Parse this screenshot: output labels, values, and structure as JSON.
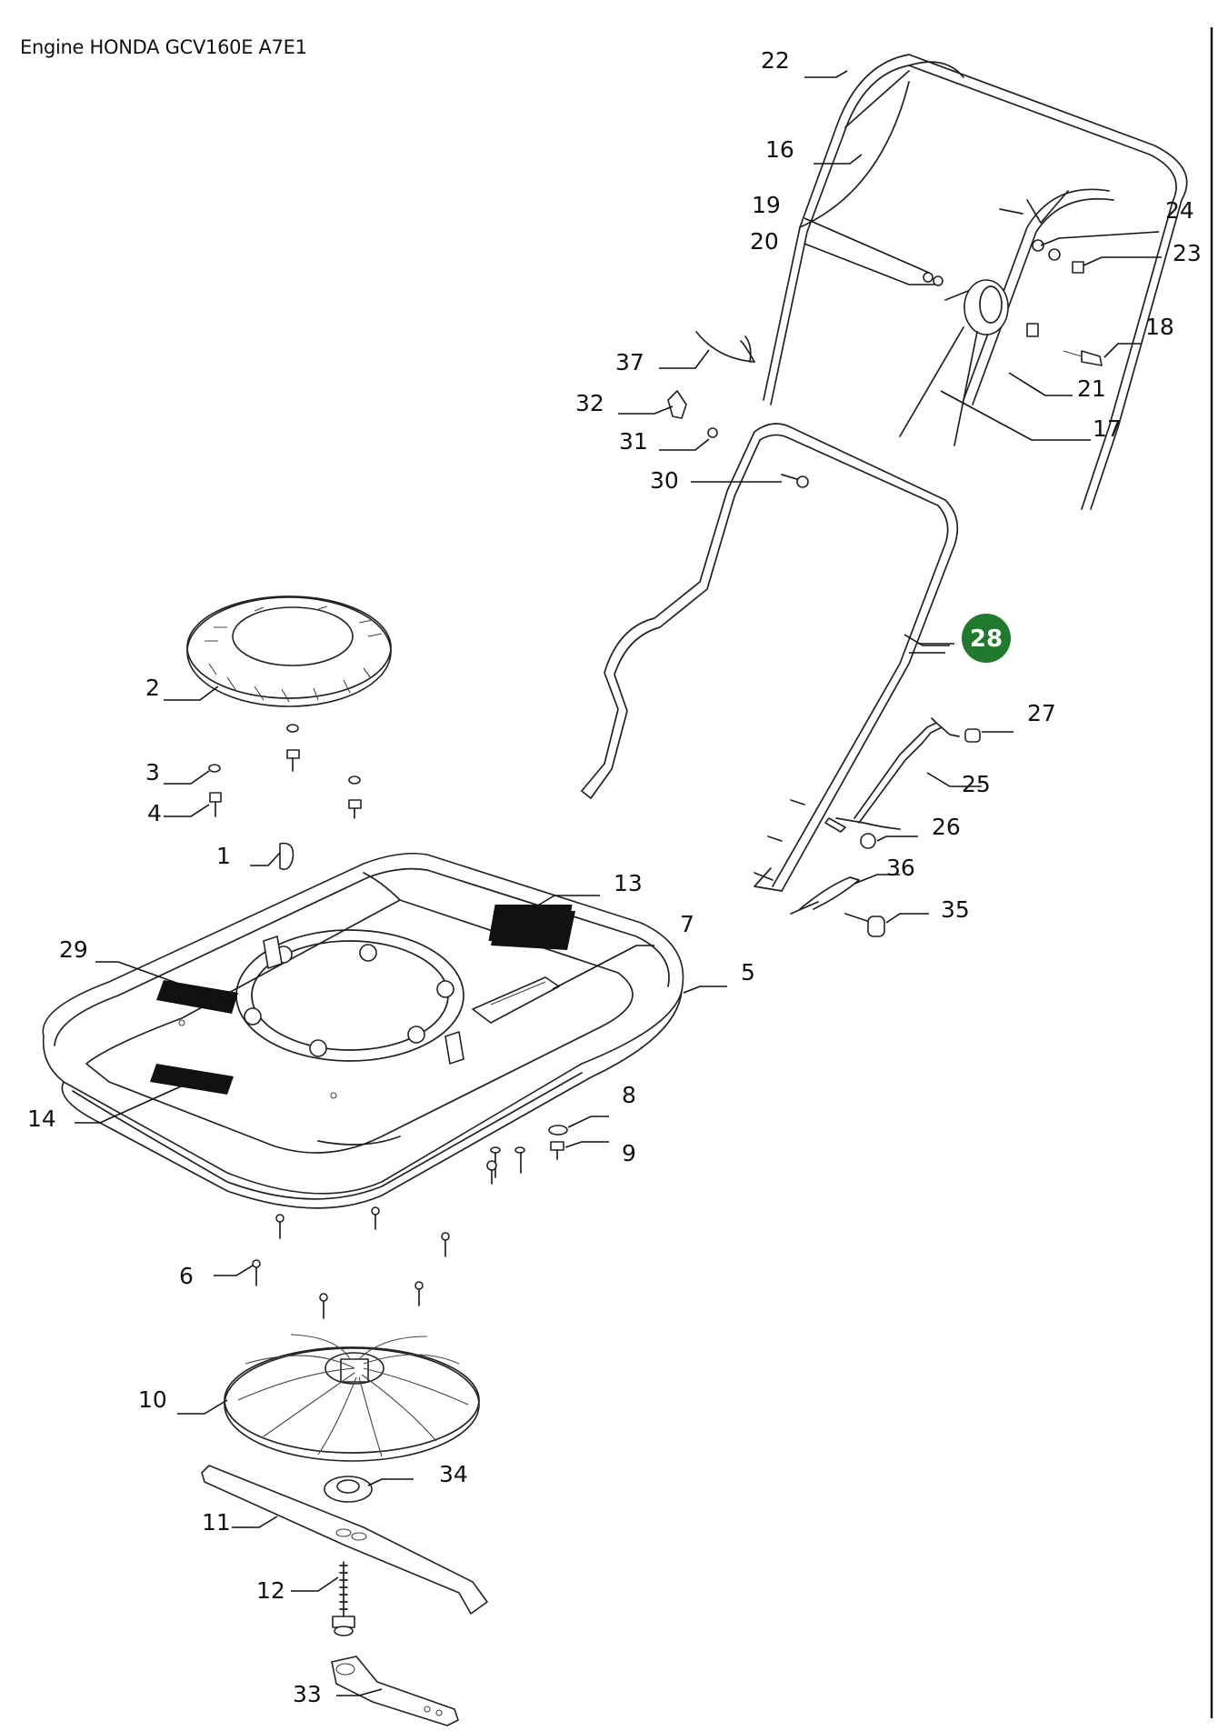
{
  "title": "Engine HONDA GCV160E A7E1",
  "highlighted_part": "28",
  "labels": [
    "1",
    "2",
    "3",
    "4",
    "5",
    "6",
    "7",
    "8",
    "9",
    "10",
    "11",
    "12",
    "13",
    "14",
    "16",
    "17",
    "18",
    "19",
    "20",
    "21",
    "22",
    "23",
    "24",
    "25",
    "26",
    "27",
    "29",
    "30",
    "31",
    "32",
    "33",
    "34",
    "35",
    "36",
    "37"
  ],
  "colors": {
    "highlight": "#1f7a2e",
    "line": "#222222",
    "label_patch": "#111111"
  }
}
